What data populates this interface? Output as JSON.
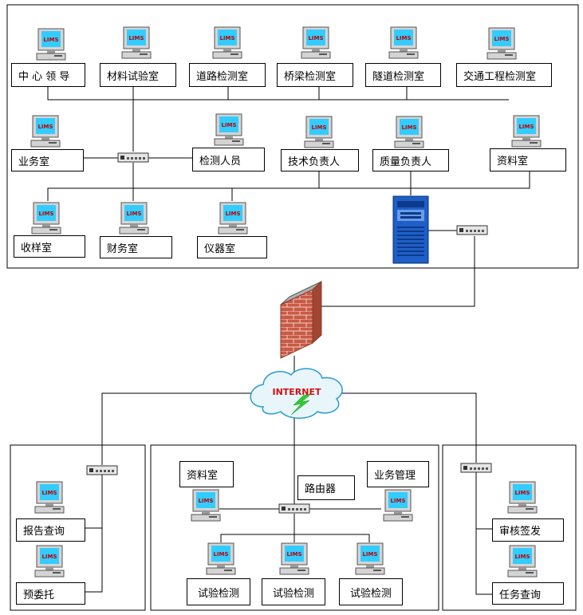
{
  "top_section": {
    "labels": {
      "center_leader": "中 心 领 导",
      "materials_lab": "材料试验室",
      "road_test": "道路检测室",
      "bridge_test": "桥梁检测室",
      "tunnel_test": "隧道检测室",
      "traffic_eng": "交通工程检测室",
      "business_office": "业务室",
      "test_staff": "检测人员",
      "tech_head": "技术负责人",
      "quality_head": "质量负责人",
      "archive_room": "资料室",
      "sample_room": "收样室",
      "finance_room": "财务室",
      "instrument_room": "仪器室"
    }
  },
  "internet": {
    "label": "INTERNET"
  },
  "bottom_left": {
    "labels": {
      "report_query": "报告查询",
      "pre_commission": "预委托"
    }
  },
  "bottom_middle": {
    "labels": {
      "archive_room": "资料室",
      "router": "路由器",
      "business_mgmt": "业务管理",
      "test1": "试验检测",
      "test2": "试验检测",
      "test3": "试验检测"
    }
  },
  "bottom_right": {
    "labels": {
      "review_issue": "审核签发",
      "task_query": "任务查询"
    }
  },
  "computer_screen_text": "LIMS",
  "colors": {
    "screen": "#33ccff",
    "monitor_body": "#d4d4d4",
    "server": "#1e5fc8",
    "brick": "#c85a46",
    "cloud": "#e8f6fb",
    "internet_text": "#d01010",
    "bolt": "#33cc33"
  }
}
